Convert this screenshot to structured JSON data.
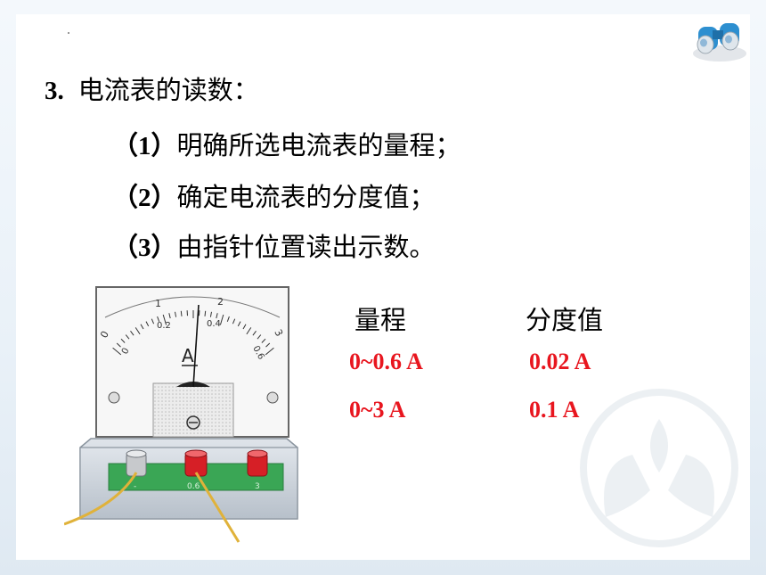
{
  "heading": {
    "number": "3.",
    "text": "电流表的读数："
  },
  "steps": [
    {
      "paren": "（1）",
      "text": "明确所选电流表的量程；"
    },
    {
      "paren": "（2）",
      "text": "确定电流表的分度值；"
    },
    {
      "paren": "（3）",
      "text": "由指针位置读出示数。"
    }
  ],
  "table": {
    "headers": {
      "range": "量程",
      "division": "分度值"
    },
    "rows": [
      {
        "range": "0~0.6 A",
        "division": "0.02 A"
      },
      {
        "range": "0~3 A",
        "division": "0.1 A"
      }
    ]
  },
  "ammeter": {
    "unit_letter": "A",
    "upper_scale": [
      "0",
      "1",
      "2",
      "3"
    ],
    "lower_scale": [
      "0",
      "0.2",
      "0.4",
      "0.6"
    ],
    "terminal_labels": [
      "-",
      "0.6",
      "3"
    ]
  },
  "colors": {
    "value_text": "#e8161f",
    "board_green": "#3aa655",
    "terminal_red": "#d61f26"
  },
  "icons": [
    "binoculars-icon"
  ]
}
